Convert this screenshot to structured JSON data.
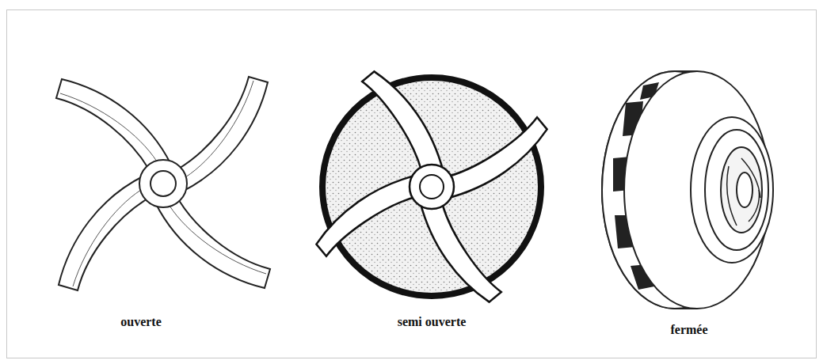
{
  "diagram": {
    "labels": [
      "ouverte",
      "semi ouverte",
      "fermée"
    ]
  }
}
